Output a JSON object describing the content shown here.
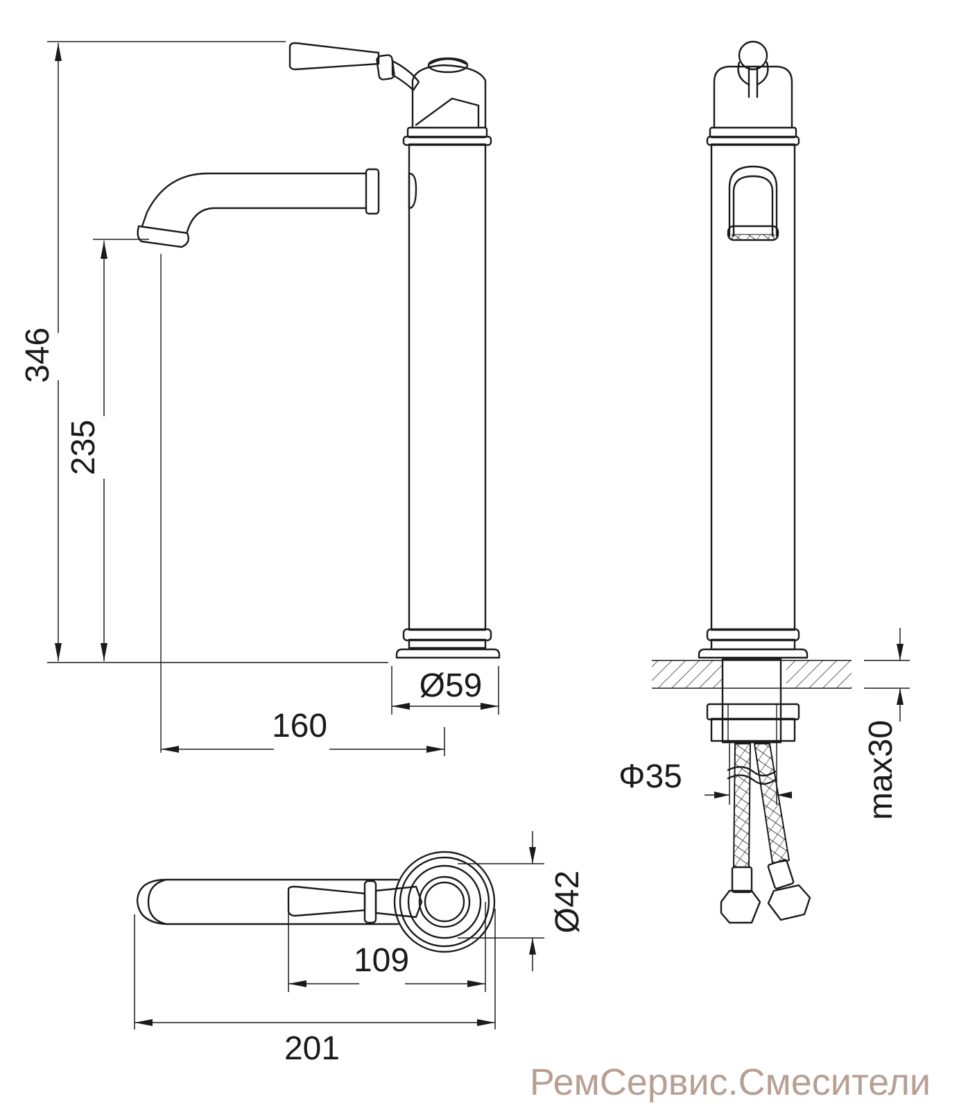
{
  "dimensions": {
    "total_height": "346",
    "spout_height": "235",
    "base_diameter": "Ø59",
    "spout_reach": "160",
    "hole_diameter": "Φ35",
    "max_deck": "max30",
    "top_diameter": "Ø42",
    "handle_to_center": "109",
    "overall_length": "201"
  },
  "watermark": "РемСервис.Смесители"
}
